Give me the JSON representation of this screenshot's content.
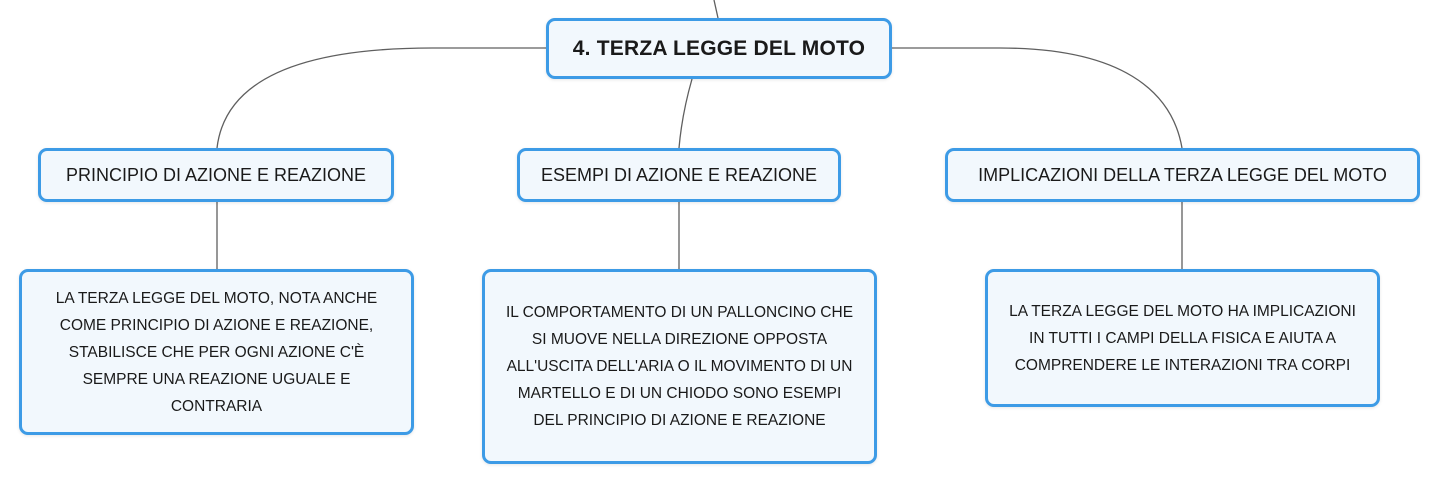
{
  "diagram": {
    "root": {
      "label": "4. TERZA LEGGE DEL MOTO"
    },
    "branches": [
      {
        "topic": "PRINCIPIO DI AZIONE E REAZIONE",
        "detail": "LA TERZA LEGGE DEL MOTO, NOTA ANCHE COME PRINCIPIO DI AZIONE E REAZIONE, STABILISCE CHE PER OGNI AZIONE C'È SEMPRE UNA REAZIONE UGUALE E CONTRARIA"
      },
      {
        "topic": "ESEMPI DI AZIONE E REAZIONE",
        "detail": "IL COMPORTAMENTO DI UN PALLONCINO CHE SI MUOVE NELLA DIREZIONE OPPOSTA ALL'USCITA DELL'ARIA O IL MOVIMENTO DI UN MARTELLO E DI UN CHIODO SONO ESEMPI DEL PRINCIPIO DI AZIONE E REAZIONE"
      },
      {
        "topic": "IMPLICAZIONI DELLA TERZA LEGGE DEL MOTO",
        "detail": "LA TERZA LEGGE DEL MOTO HA IMPLICAZIONI IN TUTTI I CAMPI DELLA FISICA E AIUTA A COMPRENDERE LE INTERAZIONI TRA CORPI"
      }
    ]
  },
  "colors": {
    "node_border": "#3d9be6",
    "node_fill": "#f2f8fd",
    "connector": "#5f5f5f"
  }
}
